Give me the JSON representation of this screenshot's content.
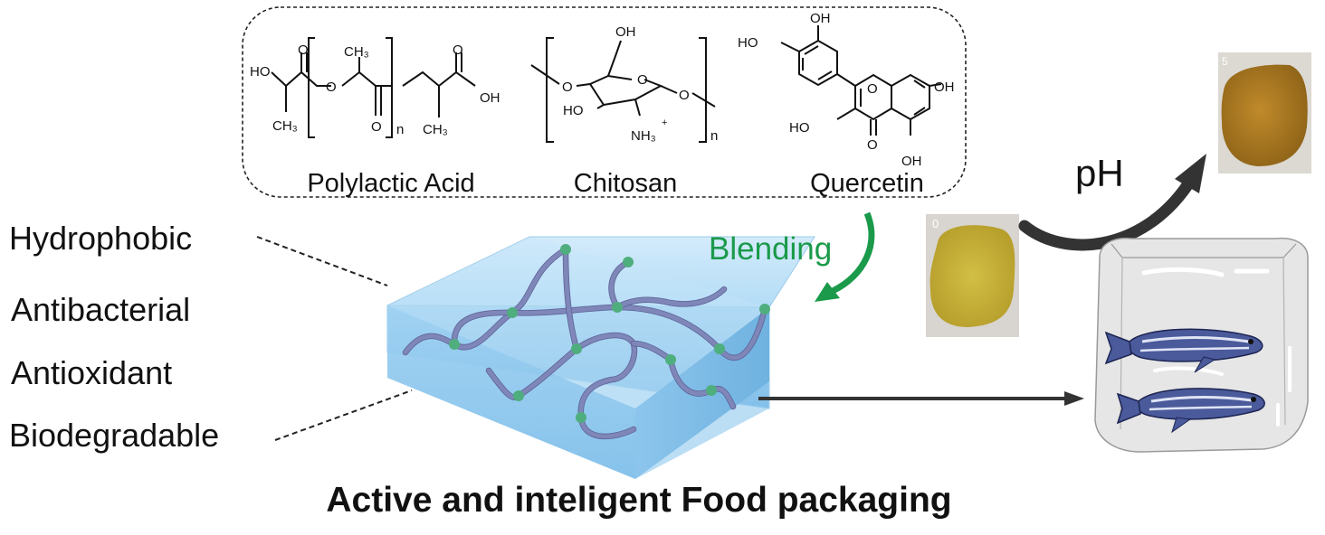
{
  "title": "Active and inteligent Food packaging",
  "properties": [
    "Hydrophobic",
    "Antibacterial",
    "Antioxidant",
    "Biodegradable"
  ],
  "molecules": [
    {
      "name": "Polylactic Acid",
      "groups": [
        "HO",
        "CH₃",
        "O",
        "CH₃",
        "O",
        "n",
        "O",
        "CH₃",
        "O",
        "OH"
      ]
    },
    {
      "name": "Chitosan",
      "groups": [
        "OH",
        "O",
        "O",
        "HO",
        "O",
        "NH₃",
        "+",
        "n"
      ]
    },
    {
      "name": "Quercetin",
      "groups": [
        "HO",
        "OH",
        "HO",
        "O",
        "OH",
        "HO",
        "O",
        "OH"
      ]
    }
  ],
  "process_label": "Blending",
  "indicator": {
    "trigger": "pH",
    "before_tag": "0",
    "after_tag": "5"
  },
  "colors": {
    "blending_arrow": "#1a9a4a",
    "film": "#a9d6f3",
    "chain": "#7f86b8",
    "node": "#4fae7e",
    "film_before": "#c9b23a",
    "film_after": "#a6781f"
  }
}
